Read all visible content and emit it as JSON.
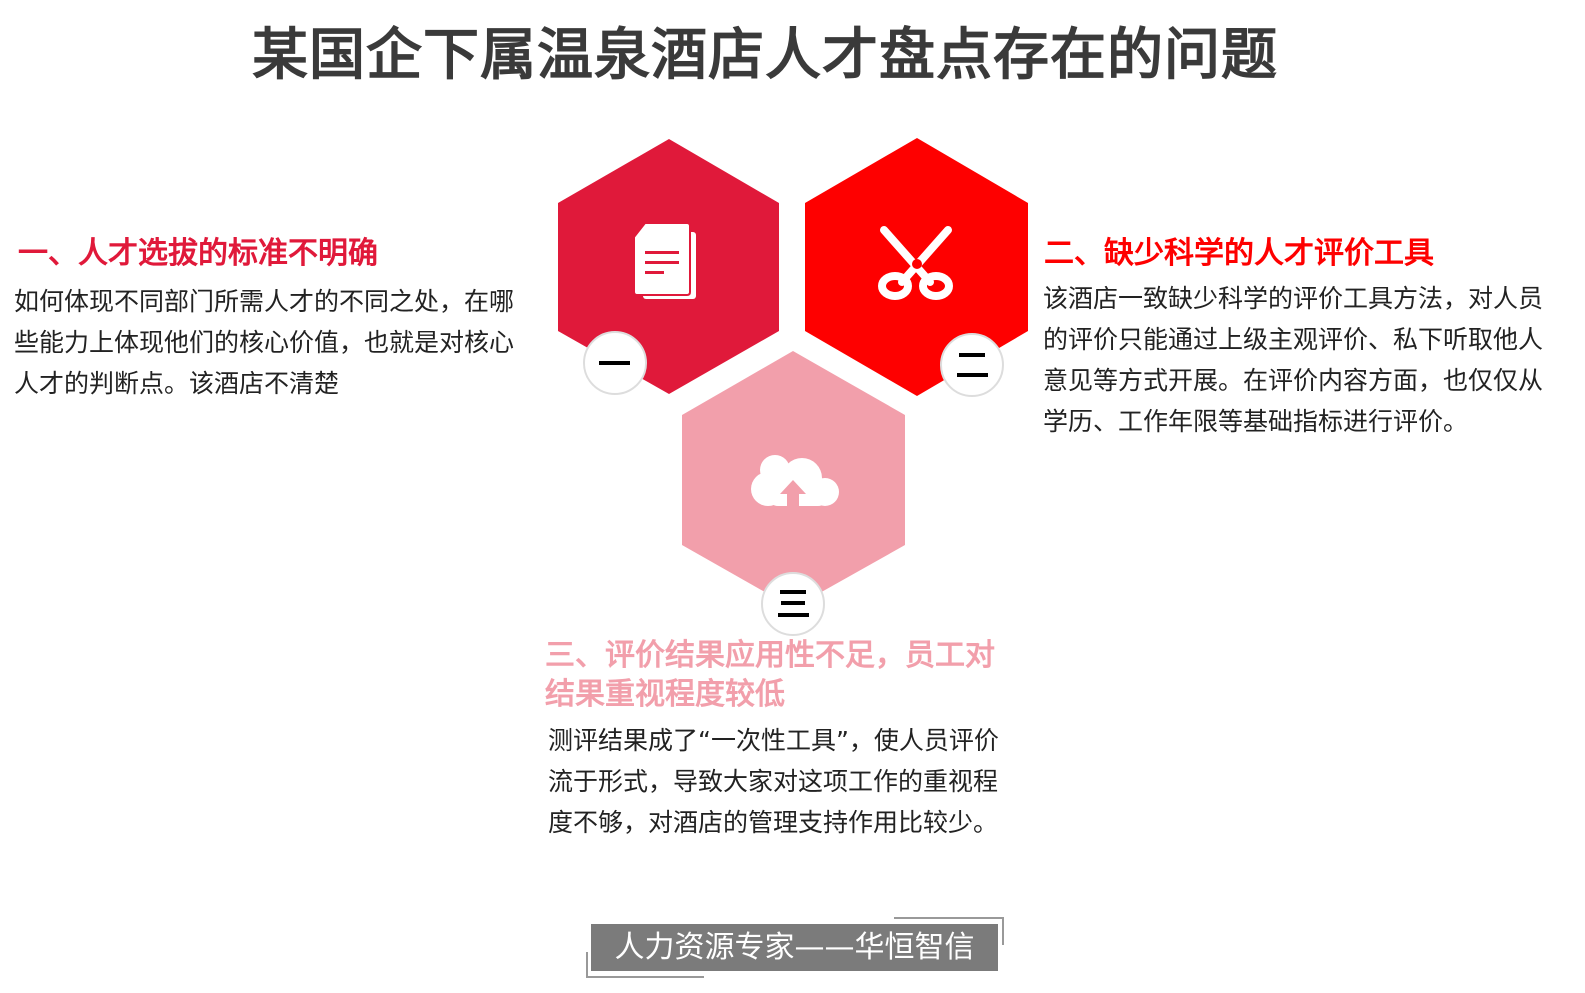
{
  "title": "某国企下属温泉酒店人才盘点存在的问题",
  "colors": {
    "hex1": "#e0193a",
    "hex2": "#fe0000",
    "hex3": "#f29fab"
  },
  "items": [
    {
      "number": "一",
      "icon": "document-icon",
      "heading": "一、人才选拔的标准不明确",
      "body": "如何体现不同部门所需人才的不同之处，在哪些能力上体现他们的核心价值，也就是对核心人才的判断点。该酒店不清楚"
    },
    {
      "number": "二",
      "icon": "scissors-icon",
      "heading": "二、缺少科学的人才评价工具",
      "body": "该酒店一致缺少科学的评价工具方法，对人员的评价只能通过上级主观评价、私下听取他人意见等方式开展。在评价内容方面，也仅仅从学历、工作年限等基础指标进行评价。"
    },
    {
      "number": "三",
      "icon": "cloud-upload-icon",
      "heading": "三、评价结果应用性不足，员工对结果重视程度较低",
      "body": "测评结果成了“一次性工具”，使人员评价流于形式，导致大家对这项工作的重视程度不够，对酒店的管理支持作用比较少。"
    }
  ],
  "footer": "人力资源专家——华恒智信"
}
